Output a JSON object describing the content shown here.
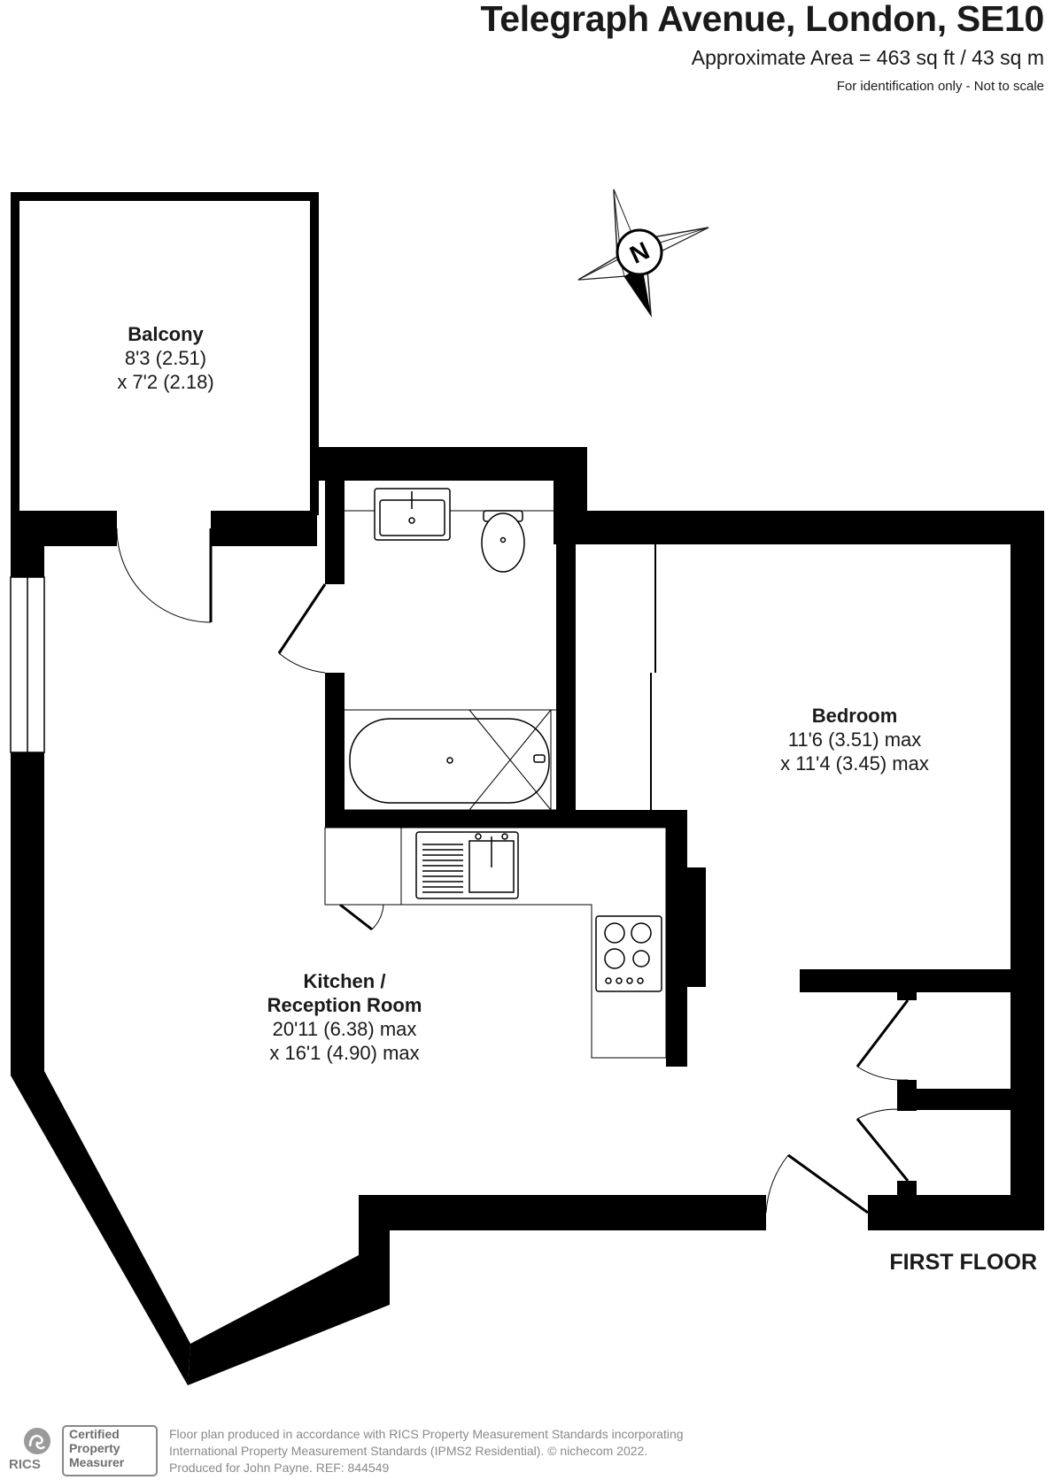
{
  "header": {
    "title": "Telegraph Avenue, London, SE10",
    "area": "Approximate Area = 463 sq ft / 43 sq m",
    "note": "For identification only - Not to scale"
  },
  "compass": {
    "letter": "N"
  },
  "rooms": {
    "balcony": {
      "name": "Balcony",
      "dim1": "8'3 (2.51)",
      "dim2": "x 7'2 (2.18)"
    },
    "bedroom": {
      "name": "Bedroom",
      "dim1": "11'6 (3.51) max",
      "dim2": "x 11'4 (3.45) max"
    },
    "kitchen": {
      "name1": "Kitchen /",
      "name2": "Reception Room",
      "dim1": "20'11 (6.38) max",
      "dim2": "x 16'1 (4.90) max"
    }
  },
  "floor": "FIRST FLOOR",
  "footer": {
    "badge_line1": "Certified",
    "badge_line2": "Property",
    "badge_line3": "Measurer",
    "rics": "RICS",
    "line1": "Floor plan produced in accordance with RICS Property Measurement Standards incorporating",
    "line2": "International Property Measurement Standards (IPMS2 Residential).   © n​ichecom 2022.",
    "line3": "Produced for John Payne.   REF:  844549"
  },
  "colors": {
    "wall": "#000000",
    "fixture": "#333333",
    "footer_text": "#8a8a8a"
  }
}
